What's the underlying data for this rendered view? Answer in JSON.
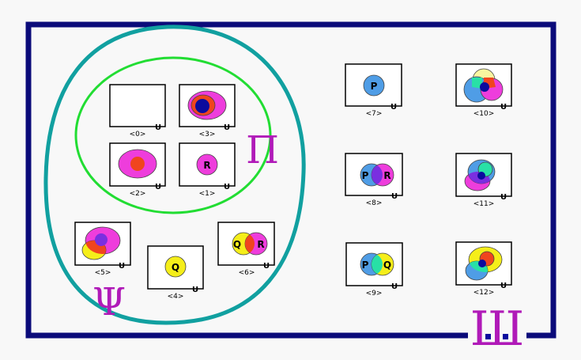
{
  "colors": {
    "outer_border": "#0b0b7a",
    "background": "#f8f8f8",
    "psi_region": "#11a0a0",
    "pi_region": "#22dd33",
    "symbols": "#b01ab8",
    "magenta": "#ee3ddc",
    "red": "#f0451e",
    "blue": "#4f9de6",
    "yellow": "#f5ee1a",
    "dark_blue": "#0b0b9e",
    "violet": "#7a2fe0",
    "green": "#28e0a6",
    "pale_yellow": "#f8f6a0"
  },
  "symbols": {
    "pi": "Π",
    "psi": "Ψ",
    "sha": "Ш"
  },
  "universe_label": "U",
  "boxes": [
    {
      "id": "box-0",
      "number": "<0>",
      "center_letter": ""
    },
    {
      "id": "box-1",
      "number": "<1>",
      "center_letter": "R"
    },
    {
      "id": "box-2",
      "number": "<2>",
      "center_letter": ""
    },
    {
      "id": "box-3",
      "number": "<3>",
      "center_letter": ""
    },
    {
      "id": "box-4",
      "number": "<4>",
      "center_letter": "Q"
    },
    {
      "id": "box-5",
      "number": "<5>",
      "center_letter": ""
    },
    {
      "id": "box-6",
      "number": "<6>",
      "letters": [
        "Q",
        "R"
      ]
    },
    {
      "id": "box-7",
      "number": "<7>",
      "center_letter": "P"
    },
    {
      "id": "box-8",
      "number": "<8>",
      "letters": [
        "P",
        "R"
      ]
    },
    {
      "id": "box-9",
      "number": "<9>",
      "letters": [
        "P",
        "Q"
      ]
    },
    {
      "id": "box-10",
      "number": "<10>",
      "center_letter": ""
    },
    {
      "id": "box-11",
      "number": "<11>",
      "center_letter": ""
    },
    {
      "id": "box-12",
      "number": "<12>",
      "center_letter": ""
    }
  ]
}
